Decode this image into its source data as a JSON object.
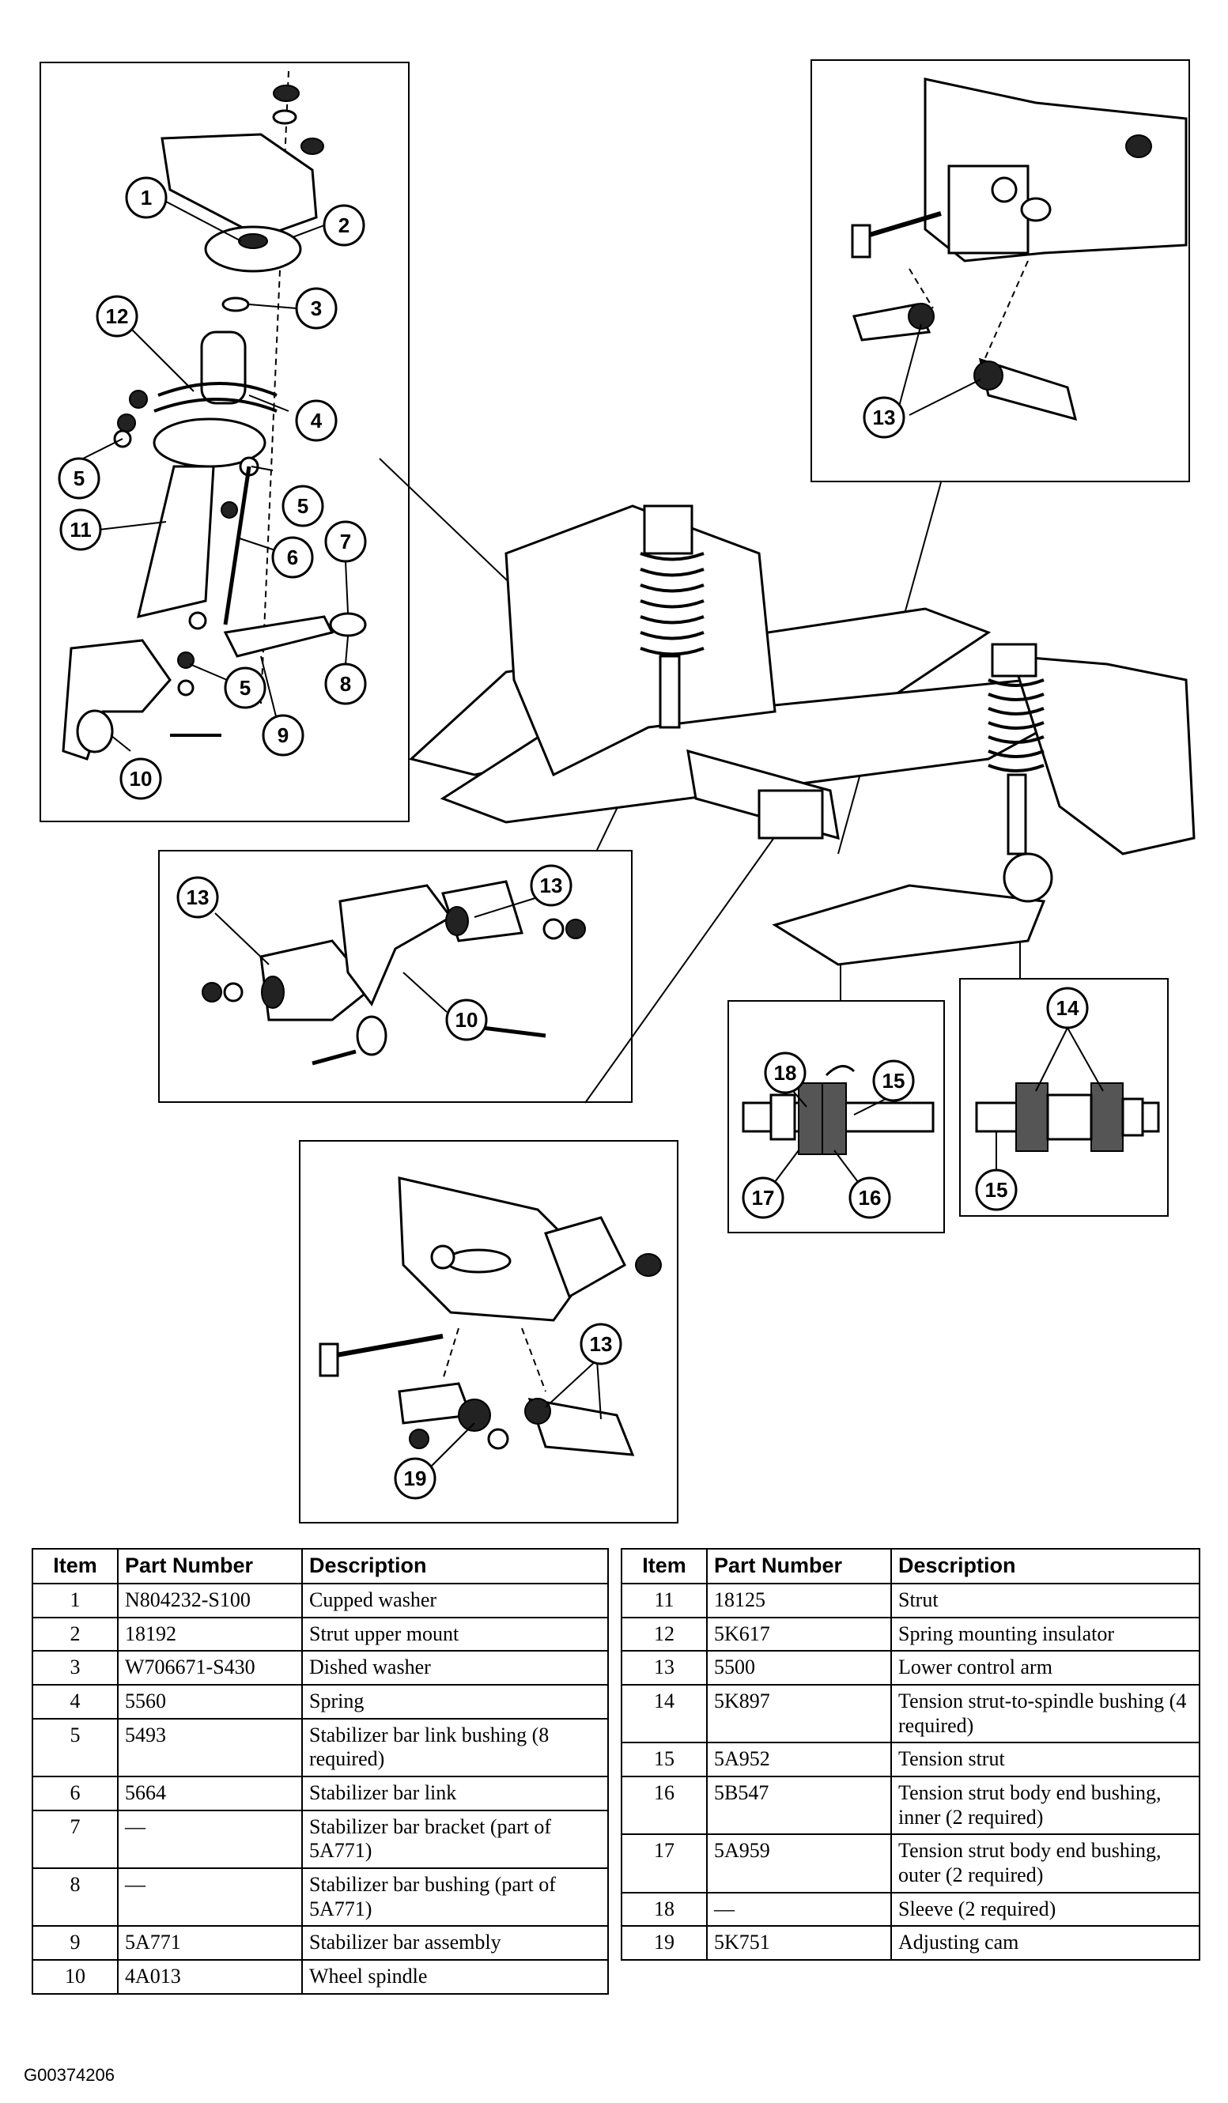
{
  "callout_labels": {
    "c1": "1",
    "c2": "2",
    "c3": "3",
    "c4": "4",
    "c5": "5",
    "c6": "6",
    "c7": "7",
    "c8": "8",
    "c9": "9",
    "c10": "10",
    "c11": "11",
    "c12": "12",
    "c13": "13",
    "c14": "14",
    "c15": "15",
    "c16": "16",
    "c17": "17",
    "c18": "18",
    "c19": "19"
  },
  "table_headers": {
    "item": "Item",
    "part_number": "Part Number",
    "description": "Description"
  },
  "parts_left": [
    {
      "item": "1",
      "part": "N804232-S100",
      "desc": "Cupped washer"
    },
    {
      "item": "2",
      "part": "18192",
      "desc": "Strut upper mount"
    },
    {
      "item": "3",
      "part": "W706671-S430",
      "desc": "Dished washer"
    },
    {
      "item": "4",
      "part": "5560",
      "desc": "Spring"
    },
    {
      "item": "5",
      "part": "5493",
      "desc": "Stabilizer bar link bushing (8 required)"
    },
    {
      "item": "6",
      "part": "5664",
      "desc": "Stabilizer bar link"
    },
    {
      "item": "7",
      "part": "—",
      "desc": "Stabilizer bar bracket (part of 5A771)"
    },
    {
      "item": "8",
      "part": "—",
      "desc": "Stabilizer bar bushing (part of 5A771)"
    },
    {
      "item": "9",
      "part": "5A771",
      "desc": "Stabilizer bar assembly"
    },
    {
      "item": "10",
      "part": "4A013",
      "desc": "Wheel spindle"
    }
  ],
  "parts_right": [
    {
      "item": "11",
      "part": "18125",
      "desc": "Strut"
    },
    {
      "item": "12",
      "part": "5K617",
      "desc": "Spring mounting insulator"
    },
    {
      "item": "13",
      "part": "5500",
      "desc": "Lower control arm"
    },
    {
      "item": "14",
      "part": "5K897",
      "desc": "Tension strut-to-spindle bushing (4 required)"
    },
    {
      "item": "15",
      "part": "5A952",
      "desc": "Tension strut"
    },
    {
      "item": "16",
      "part": "5B547",
      "desc": "Tension strut body end bushing, inner (2 required)"
    },
    {
      "item": "17",
      "part": "5A959",
      "desc": "Tension strut body end bushing, outer (2 required)"
    },
    {
      "item": "18",
      "part": "—",
      "desc": "Sleeve (2 required)"
    },
    {
      "item": "19",
      "part": "5K751",
      "desc": "Adjusting cam"
    }
  ],
  "figure_id": "G00374206"
}
